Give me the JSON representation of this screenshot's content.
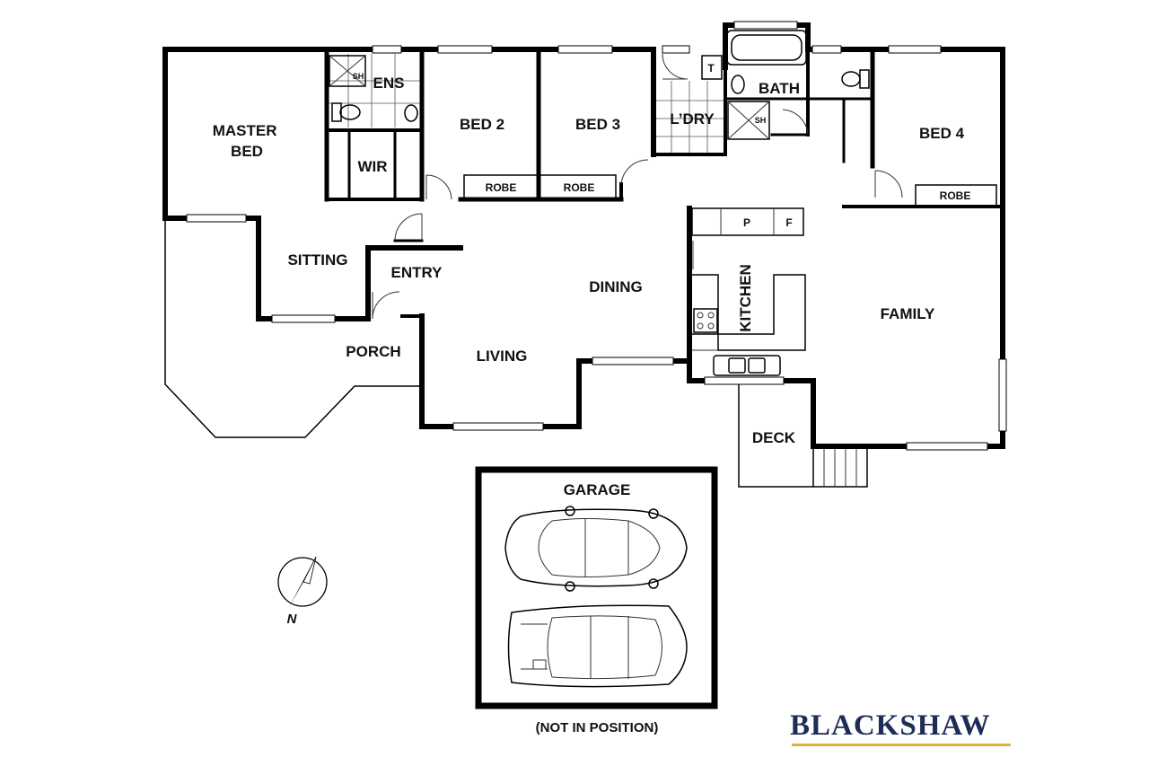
{
  "rooms": {
    "master_bed": [
      "MASTER",
      "BED"
    ],
    "ens": "ENS",
    "wir": "WIR",
    "bed2": "BED 2",
    "bed3": "BED 3",
    "laundry": "L’DRY",
    "bath": "BATH",
    "bed4": "BED 4",
    "sitting": "SITTING",
    "entry": "ENTRY",
    "dining": "DINING",
    "kitchen": "KITCHEN",
    "family": "FAMILY",
    "porch": "PORCH",
    "living": "LIVING",
    "deck": "DECK",
    "garage": "GARAGE"
  },
  "fixtures": {
    "robe": "ROBE",
    "shower": "SH",
    "toilet": "T",
    "pantry": "P",
    "fridge": "F"
  },
  "compass": {
    "label": "N"
  },
  "garage_note": "(NOT IN POSITION)",
  "brand": {
    "name": "BLACKSHAW",
    "text_color": "#1e2d57",
    "accent_color": "#d9b43a"
  }
}
